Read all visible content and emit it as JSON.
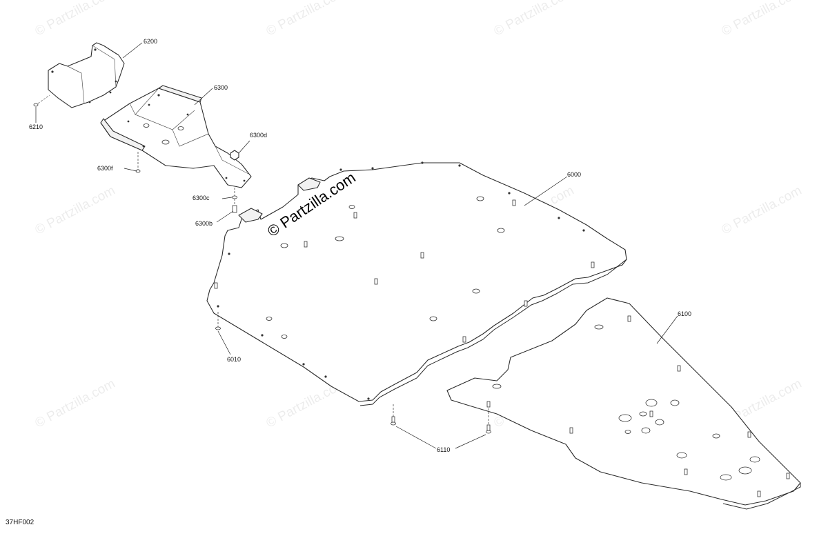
{
  "diagram": {
    "code": "37HF002",
    "watermark": "© Partzilla.com",
    "center_watermark": "© Partzilla.com",
    "callouts": {
      "p6200": "6200",
      "p6300": "6300",
      "p6210": "6210",
      "p6300d": "6300d",
      "p6300f": "6300f",
      "p6300c": "6300c",
      "p6300b": "6300b",
      "p6000": "6000",
      "p6010": "6010",
      "p6100": "6100",
      "p6110": "6110"
    }
  }
}
